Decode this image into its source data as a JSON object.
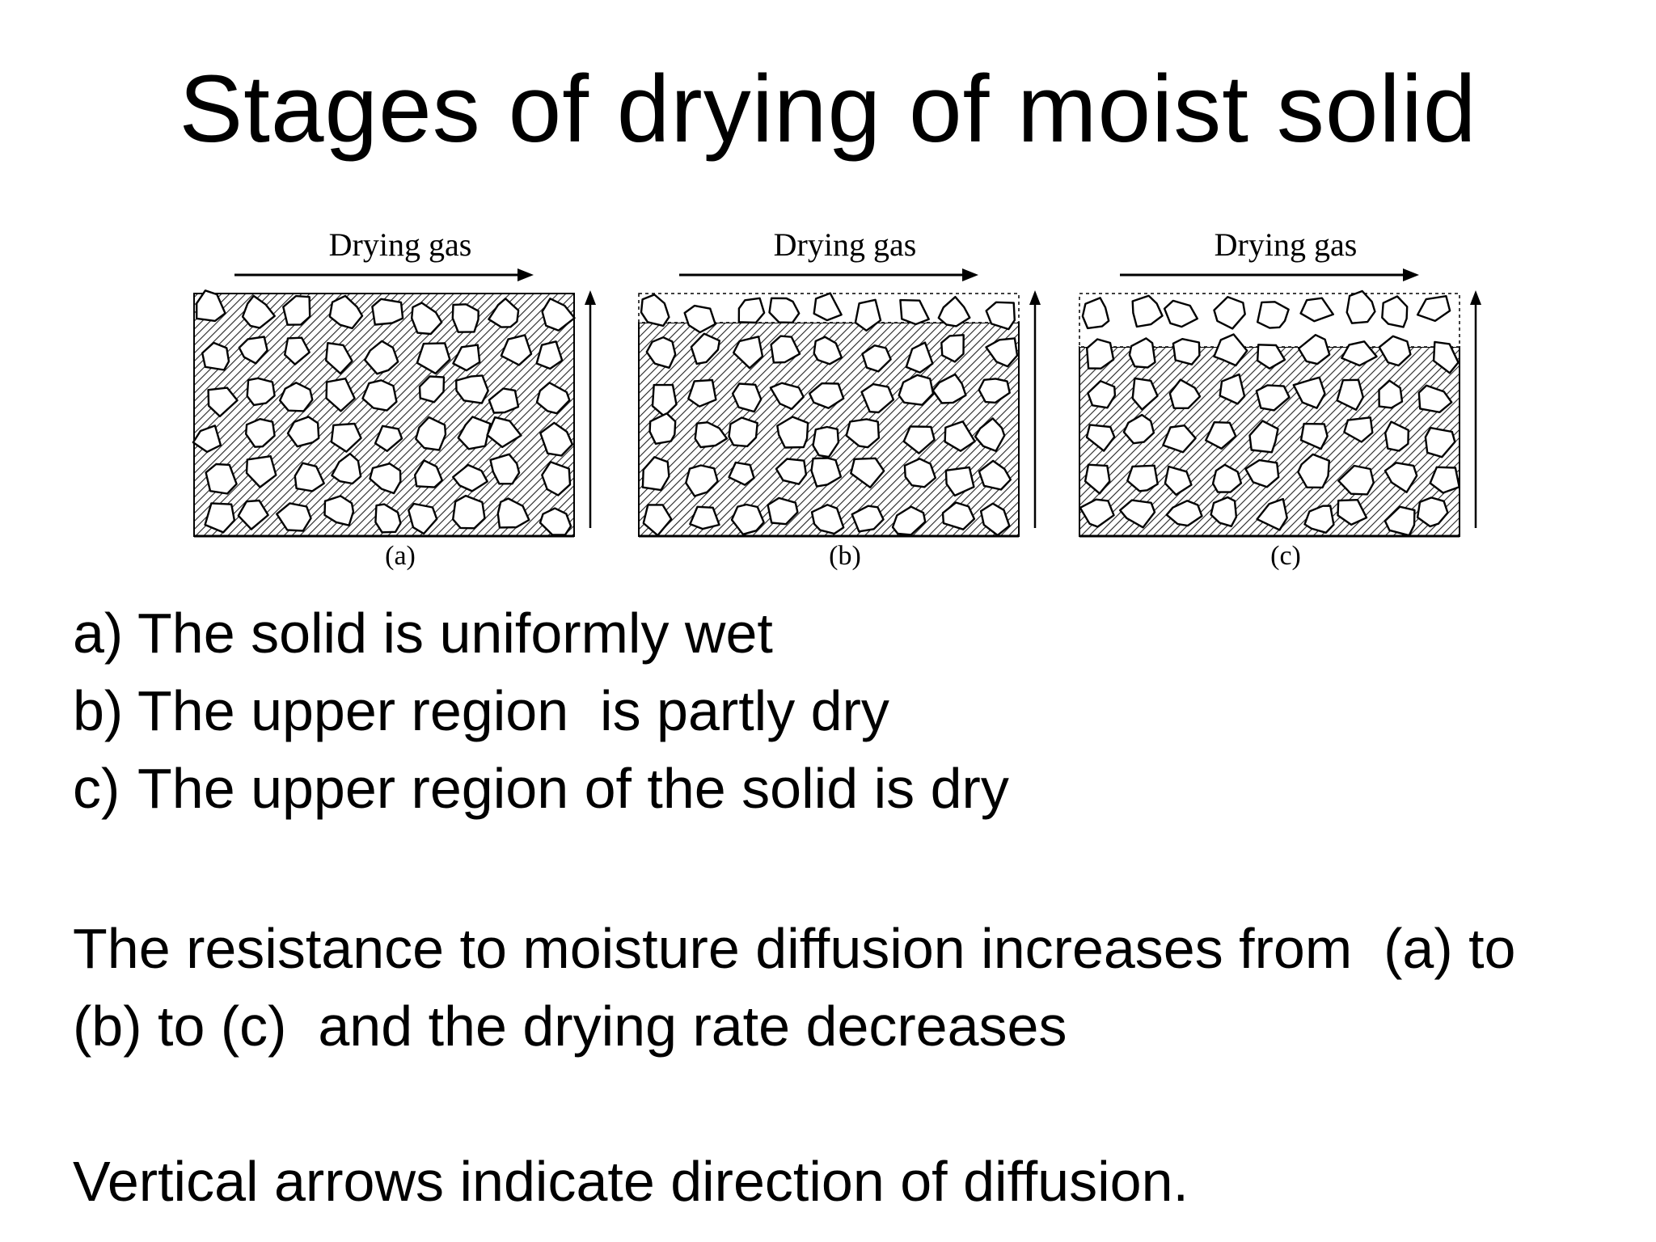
{
  "slide": {
    "title": "Stages of drying of moist solid"
  },
  "figure": {
    "panels": [
      {
        "gas_label": "Drying gas",
        "caption": "(a)",
        "dry_fraction": 0.0
      },
      {
        "gas_label": "Drying gas",
        "caption": "(b)",
        "dry_fraction": 0.12
      },
      {
        "gas_label": "Drying gas",
        "caption": "(c)",
        "dry_fraction": 0.22
      }
    ]
  },
  "stages": [
    {
      "marker": "a)",
      "text": "The solid is uniformly wet"
    },
    {
      "marker": "b)",
      "text": "The upper region  is partly dry"
    },
    {
      "marker": "c)",
      "text": "The upper region of the solid is dry"
    }
  ],
  "resistance_text": {
    "line1": "The resistance to moisture diffusion increases from  (a) to",
    "line2": "(b) to (c)  and the drying rate decreases"
  },
  "note": "Vertical arrows indicate direction of diffusion."
}
